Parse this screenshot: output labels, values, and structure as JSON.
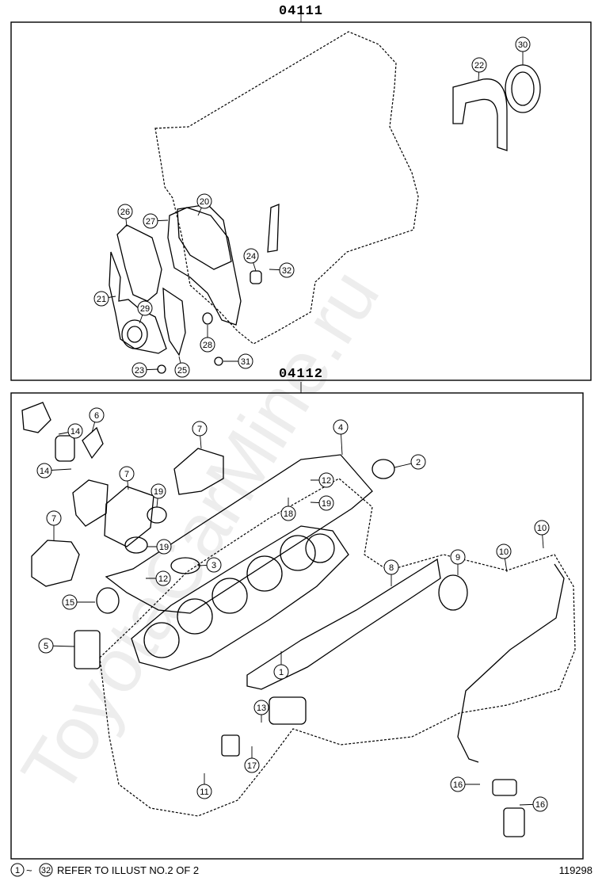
{
  "groups": {
    "upper": {
      "code": "04111"
    },
    "lower": {
      "code": "04112"
    }
  },
  "callouts": [
    {
      "id": "c30-top",
      "label": "30"
    },
    {
      "id": "c22",
      "label": "22"
    },
    {
      "id": "c20",
      "label": "20"
    },
    {
      "id": "c26",
      "label": "26"
    },
    {
      "id": "c27",
      "label": "27"
    },
    {
      "id": "c24",
      "label": "24"
    },
    {
      "id": "c32",
      "label": "32"
    },
    {
      "id": "c21",
      "label": "21"
    },
    {
      "id": "c29",
      "label": "29"
    },
    {
      "id": "c28",
      "label": "28"
    },
    {
      "id": "c23",
      "label": "23"
    },
    {
      "id": "c25",
      "label": "25"
    },
    {
      "id": "c31",
      "label": "31"
    },
    {
      "id": "c6",
      "label": "6"
    },
    {
      "id": "c14a",
      "label": "14"
    },
    {
      "id": "c14b",
      "label": "14"
    },
    {
      "id": "c7a",
      "label": "7"
    },
    {
      "id": "c7b",
      "label": "7"
    },
    {
      "id": "c7c",
      "label": "7"
    },
    {
      "id": "c19a",
      "label": "19"
    },
    {
      "id": "c19b",
      "label": "19"
    },
    {
      "id": "c19c",
      "label": "19"
    },
    {
      "id": "c4",
      "label": "4"
    },
    {
      "id": "c2",
      "label": "2"
    },
    {
      "id": "c12a",
      "label": "12"
    },
    {
      "id": "c12b",
      "label": "12"
    },
    {
      "id": "c18",
      "label": "18"
    },
    {
      "id": "c3",
      "label": "3"
    },
    {
      "id": "c15",
      "label": "15"
    },
    {
      "id": "c1",
      "label": "1"
    },
    {
      "id": "c5",
      "label": "5"
    },
    {
      "id": "c8",
      "label": "8"
    },
    {
      "id": "c9",
      "label": "9"
    },
    {
      "id": "c10a",
      "label": "10"
    },
    {
      "id": "c10b",
      "label": "10"
    },
    {
      "id": "c13",
      "label": "13"
    },
    {
      "id": "c17",
      "label": "17"
    },
    {
      "id": "c11",
      "label": "11"
    },
    {
      "id": "c16a",
      "label": "16"
    },
    {
      "id": "c16b",
      "label": "16"
    }
  ],
  "footer": {
    "range_start": "1",
    "range_end": "32",
    "separator": "~",
    "note": "REFER TO ILLUST NO.2 OF 2",
    "illustration_number": "119298"
  },
  "watermark": "ToyotaCarMine.ru"
}
